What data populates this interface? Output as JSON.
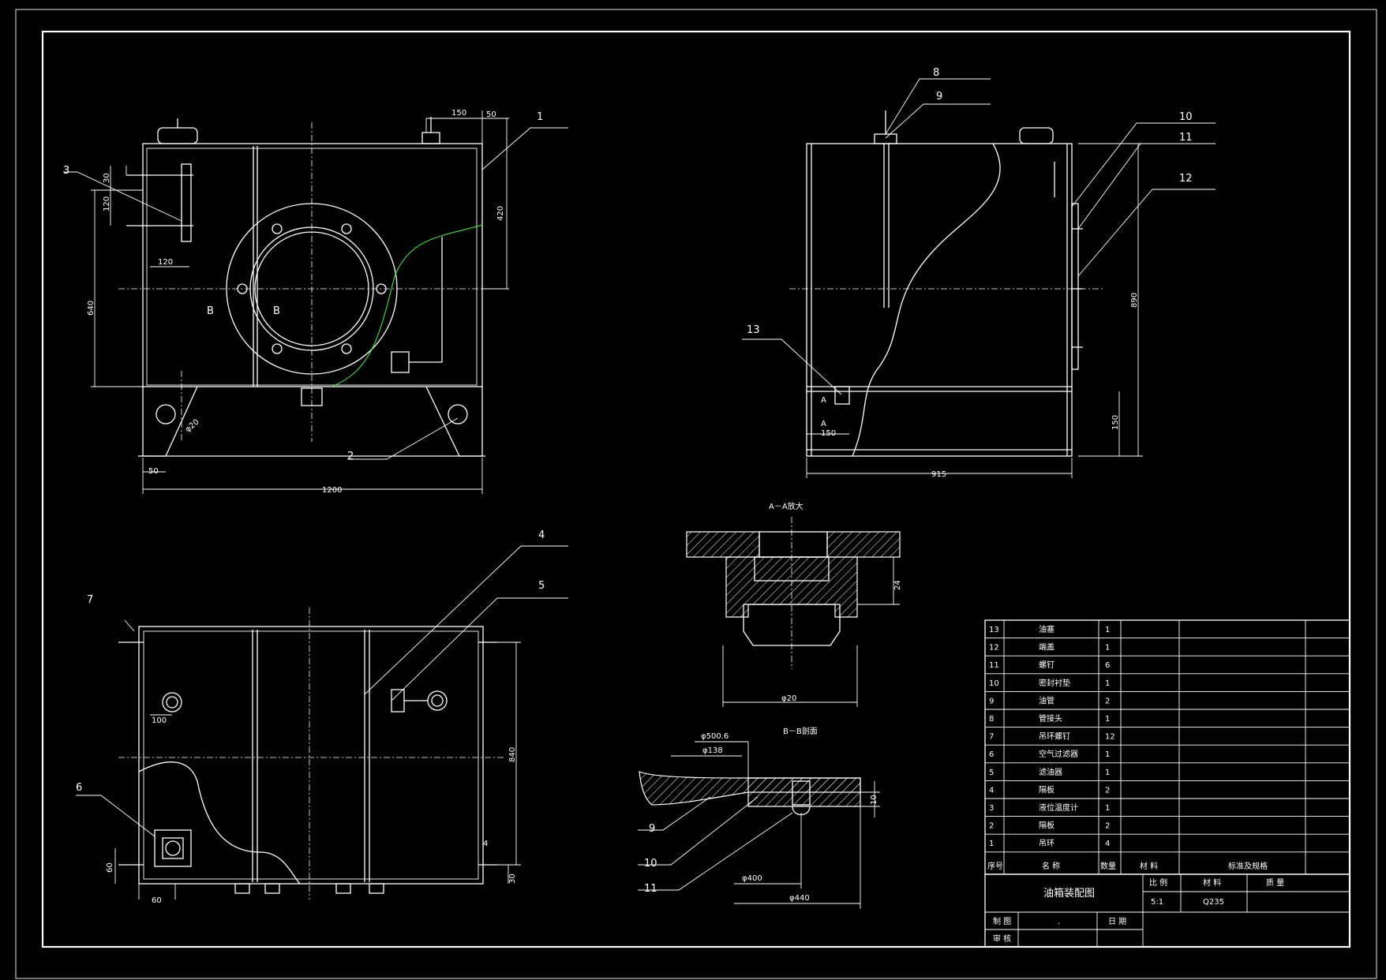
{
  "balloons": {
    "b1": "1",
    "b2": "2",
    "b3": "3",
    "b4": "4",
    "b5": "5",
    "b6": "6",
    "b7": "7",
    "b8": "8",
    "b9": "9",
    "b10": "10",
    "b11": "11",
    "b12": "12",
    "b13": "13",
    "bb9": "9",
    "bb10": "10",
    "bb11": "11"
  },
  "front_view": {
    "dims": {
      "d150": "150",
      "d50top": "50",
      "d420": "420",
      "d30": "30",
      "d120v": "120",
      "d120h": "120",
      "d640": "640",
      "d50": "50",
      "d1200": "1200",
      "phi20": "φ20",
      "b_left": "B",
      "b_right": "B"
    }
  },
  "side_view": {
    "dims": {
      "d890": "890",
      "d150v": "150",
      "d150h": "150",
      "d915": "915",
      "a1": "A",
      "a2": "A"
    }
  },
  "top_view": {
    "dims": {
      "d100": "100",
      "d840": "840",
      "d4": "4",
      "d60v": "60",
      "d60h": "60",
      "d30": "30"
    }
  },
  "section_aa": {
    "title": "A－A放大",
    "dims": {
      "d24": "24",
      "phi20": "φ20"
    }
  },
  "section_bb": {
    "title": "B－B剖面",
    "dims": {
      "phi500": "φ500.6",
      "phi138": "φ138",
      "d10": "10",
      "phi400": "φ400",
      "phi440": "φ440"
    }
  },
  "parts_table": {
    "rows": [
      {
        "no": "13",
        "name": "油塞",
        "qty": "1"
      },
      {
        "no": "12",
        "name": "端盖",
        "qty": "1"
      },
      {
        "no": "11",
        "name": "螺钉",
        "qty": "6"
      },
      {
        "no": "10",
        "name": "密封衬垫",
        "qty": "1"
      },
      {
        "no": "9",
        "name": "油管",
        "qty": "2"
      },
      {
        "no": "8",
        "name": "管接头",
        "qty": "1"
      },
      {
        "no": "7",
        "name": "吊环螺钉",
        "qty": "12"
      },
      {
        "no": "6",
        "name": "空气过滤器",
        "qty": "1"
      },
      {
        "no": "5",
        "name": "滤油器",
        "qty": "1"
      },
      {
        "no": "4",
        "name": "隔板",
        "qty": "2"
      },
      {
        "no": "3",
        "name": "液位温度计",
        "qty": "1"
      },
      {
        "no": "2",
        "name": "隔板",
        "qty": "2"
      },
      {
        "no": "1",
        "name": "吊环",
        "qty": "4"
      }
    ],
    "header": {
      "no": "序号",
      "name": "名 称",
      "qty": "数量",
      "material": "材 料",
      "standard": "标准及规格"
    }
  },
  "title_block": {
    "drawing_name": "油箱装配图",
    "scale_label": "比 例",
    "material_label": "材 料",
    "weight_label": "质 量",
    "scale": "5:1",
    "material": "Q235",
    "drawn_label": "制 图",
    "date_label": "日 期",
    "check_label": "审 核",
    "dot": "."
  }
}
